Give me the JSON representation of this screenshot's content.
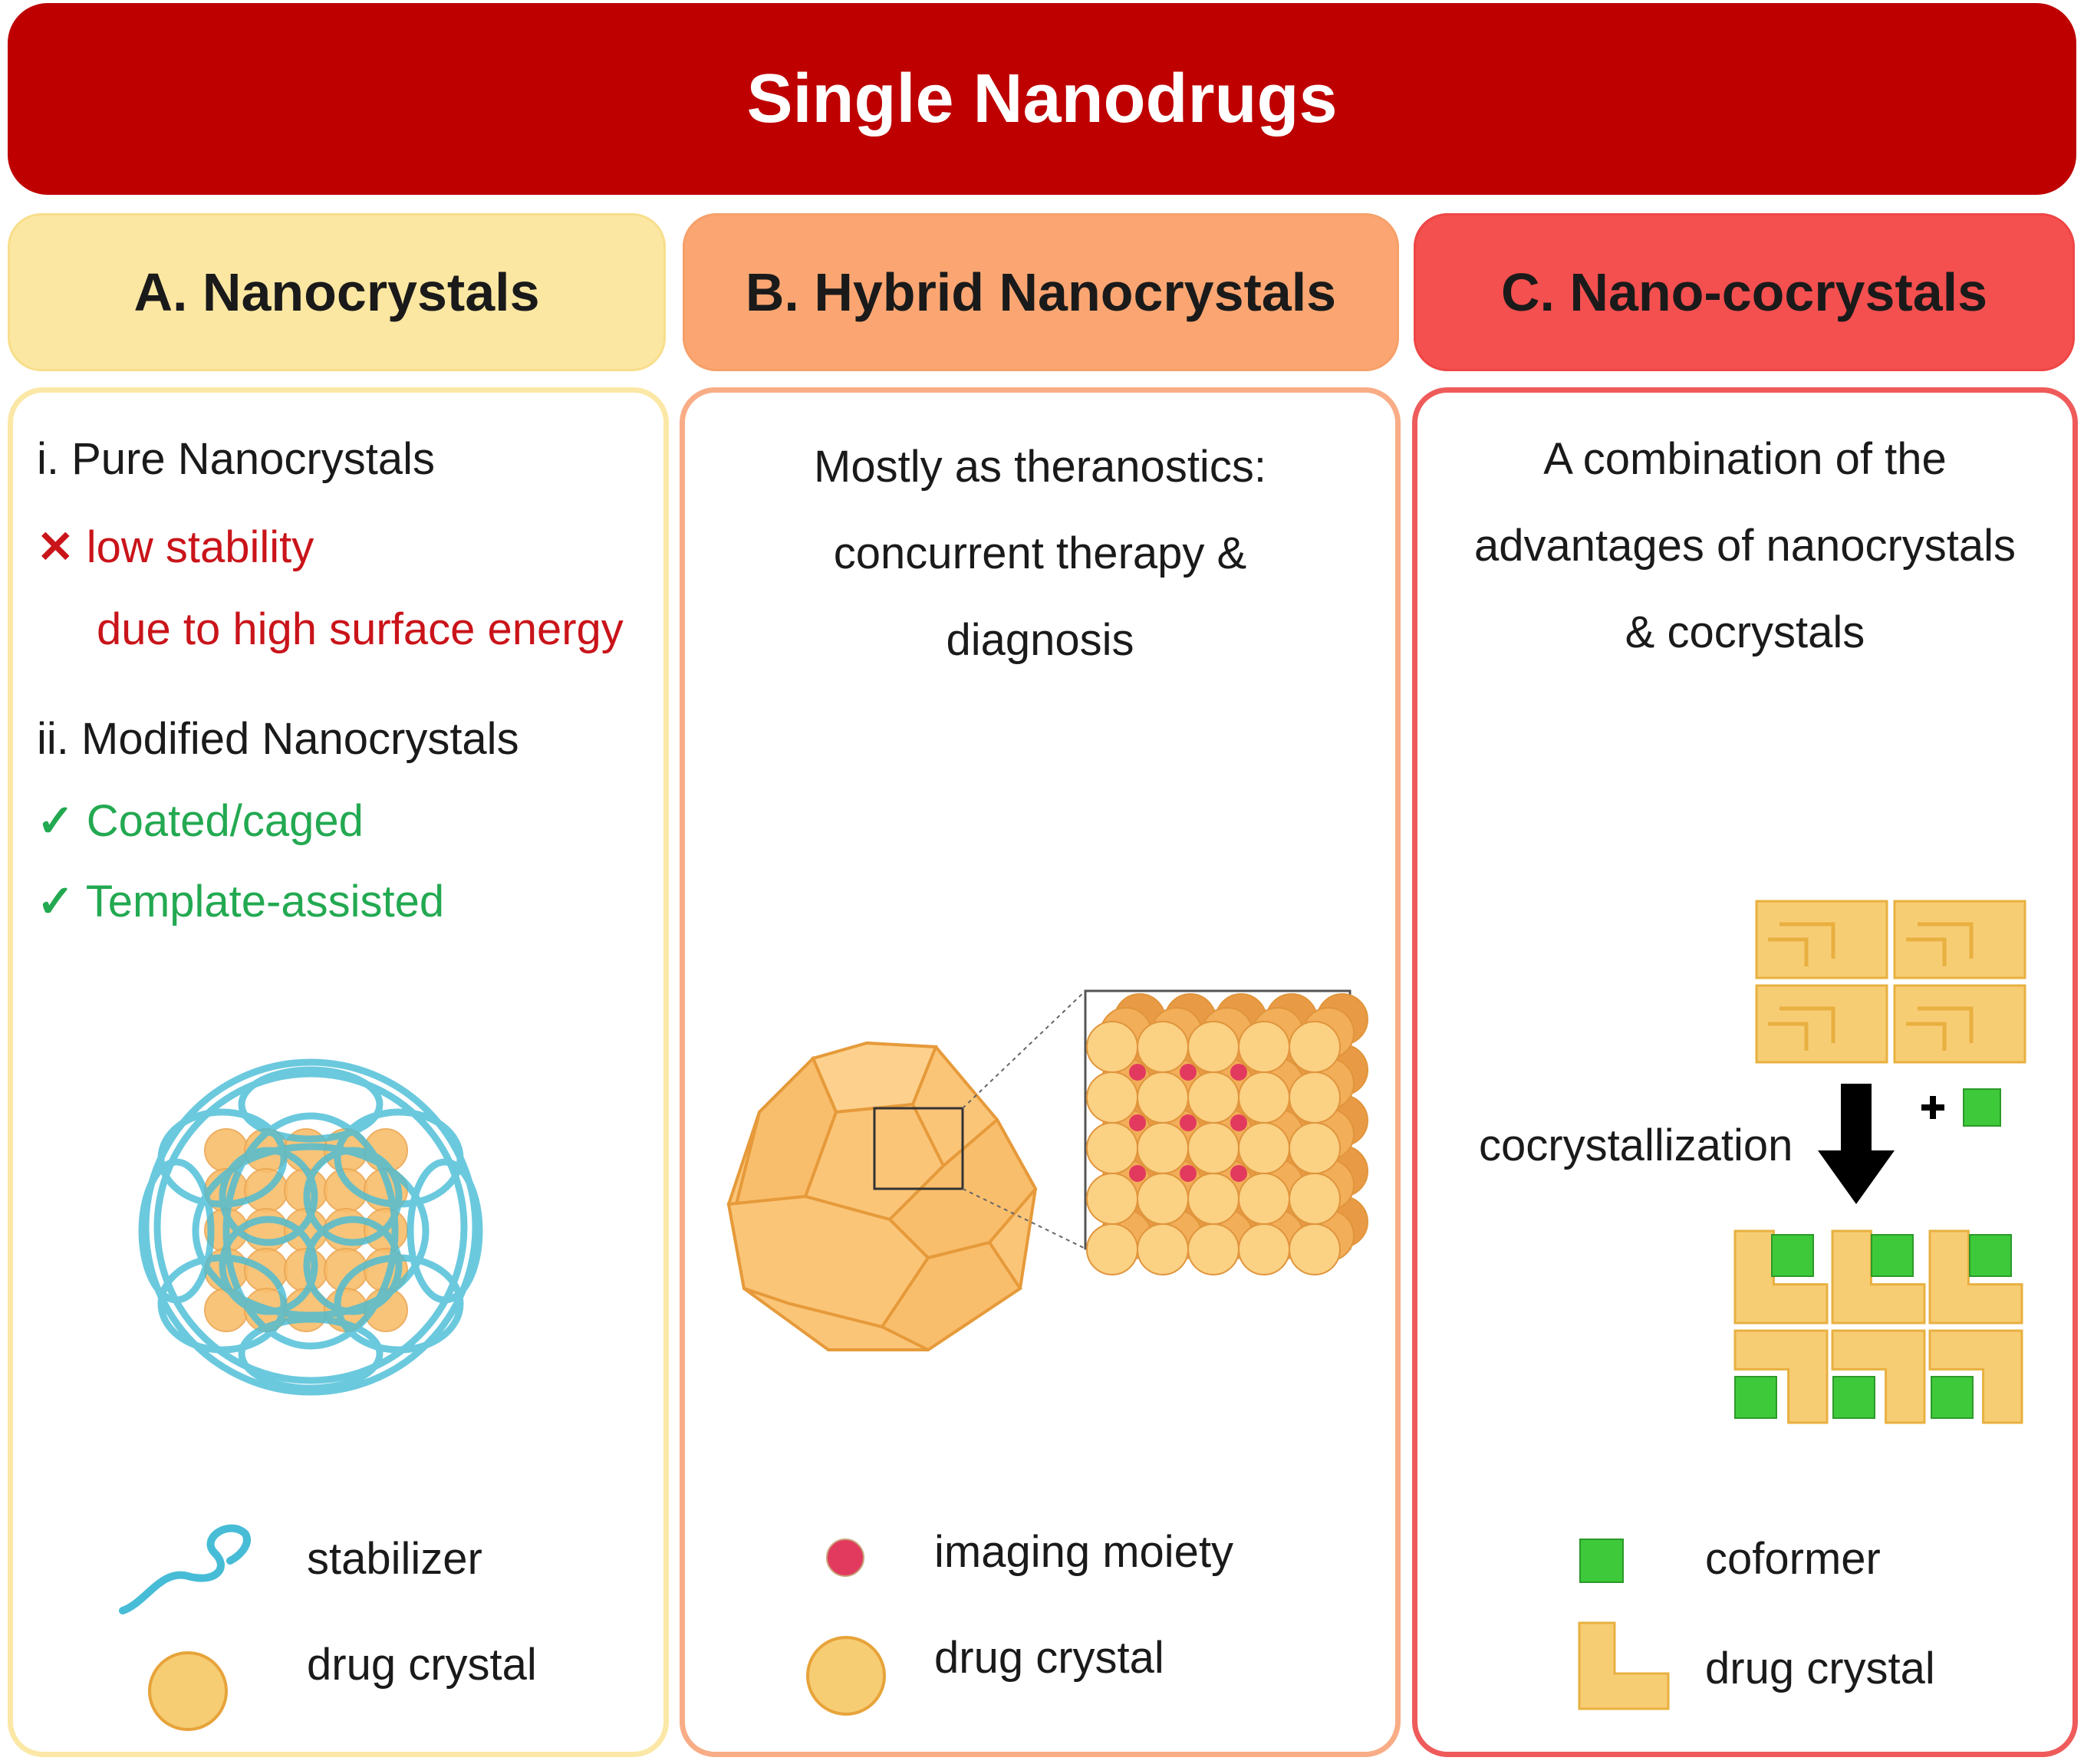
{
  "title": "Single Nanodrugs",
  "colors": {
    "title_bg": "#be0000",
    "header_a": "#fce7a2",
    "header_b": "#fba672",
    "header_c": "#f4504f",
    "warn_text": "#c9141a",
    "ok_text": "#23a951",
    "drug_crystal": "#f7c86b",
    "stabilizer": "#47bcd6",
    "imaging_moiety": "#e23a5e",
    "coformer": "#3ec93a"
  },
  "panels": {
    "a": {
      "header": "A. Nanocrystals",
      "item1_title": "i. Pure Nanocrystals",
      "cross_icon": "✕",
      "item1_con": "low stability",
      "item1_reason": "due to high surface energy",
      "item2_title": "ii. Modified Nanocrystals",
      "check_icon": "✓",
      "item2_pro1": "Coated/caged",
      "item2_pro2": "Template-assisted",
      "legend": {
        "stabilizer": "stabilizer",
        "drug_crystal": "drug crystal"
      }
    },
    "b": {
      "header": "B. Hybrid Nanocrystals",
      "description": [
        "Mostly as theranostics:",
        "concurrent therapy &",
        "diagnosis"
      ],
      "legend": {
        "imaging_moiety": "imaging moiety",
        "drug_crystal": "drug crystal"
      }
    },
    "c": {
      "header": "C.  Nano-cocrystals",
      "description": [
        "A combination of the",
        "advantages of nanocrystals",
        "& cocrystals"
      ],
      "process_label": "cocrystallization",
      "plus_sign": "+",
      "legend": {
        "coformer": "coformer",
        "drug_crystal": "drug crystal"
      }
    }
  }
}
